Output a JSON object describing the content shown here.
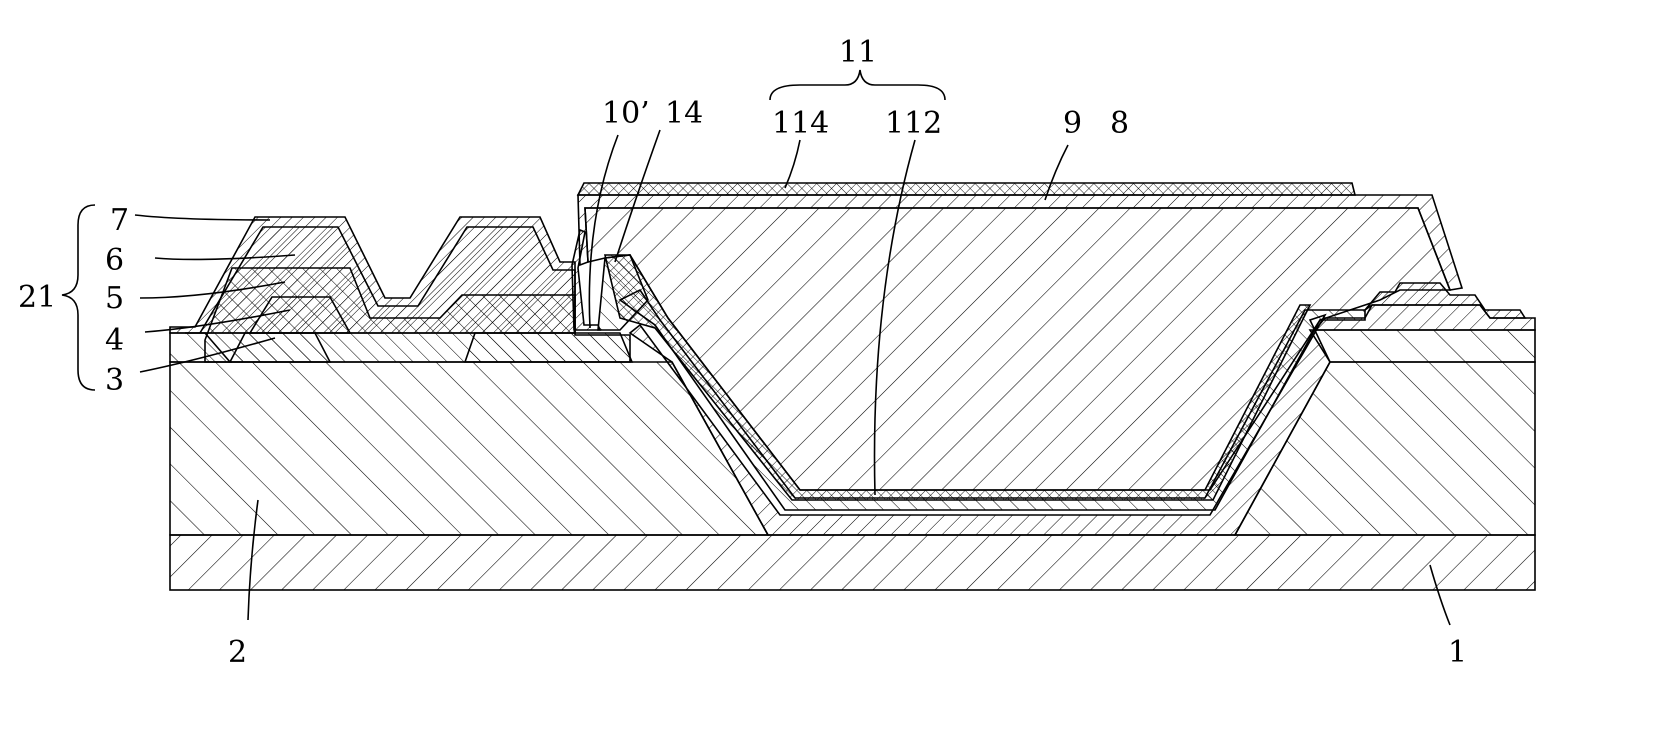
{
  "figure": {
    "labels": {
      "l1": "1",
      "l2": "2",
      "l3": "3",
      "l4": "4",
      "l5": "5",
      "l6": "6",
      "l7": "7",
      "l8": "8",
      "l9": "9",
      "l10p": "10’",
      "l11": "11",
      "l14": "14",
      "l21": "21",
      "l112": "112",
      "l114": "114"
    },
    "line_color": "#000000",
    "background": "#ffffff"
  }
}
